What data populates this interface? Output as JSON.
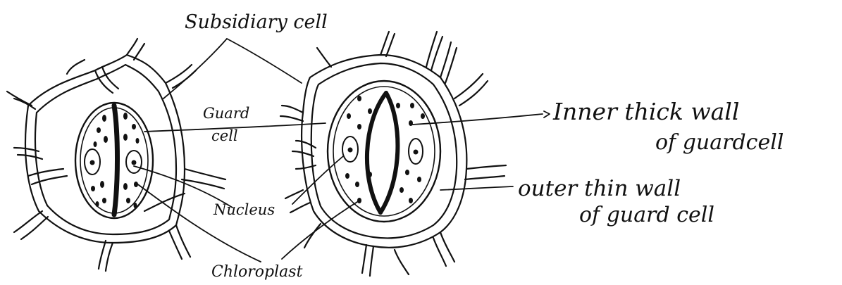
{
  "labels": {
    "subsidiary": "Subsidiary cell",
    "guard_line1": "Guard",
    "guard_line2": "cell",
    "nucleus": "Nucleus",
    "chloroplast": "Chloroplast",
    "inner_line1": "Inner thick wall",
    "inner_line2": "of guardcell",
    "outer_line1": "outer thin wall",
    "outer_line2": "of guard cell"
  },
  "colors": {
    "ink": "#111111",
    "paper": "#ffffff"
  }
}
